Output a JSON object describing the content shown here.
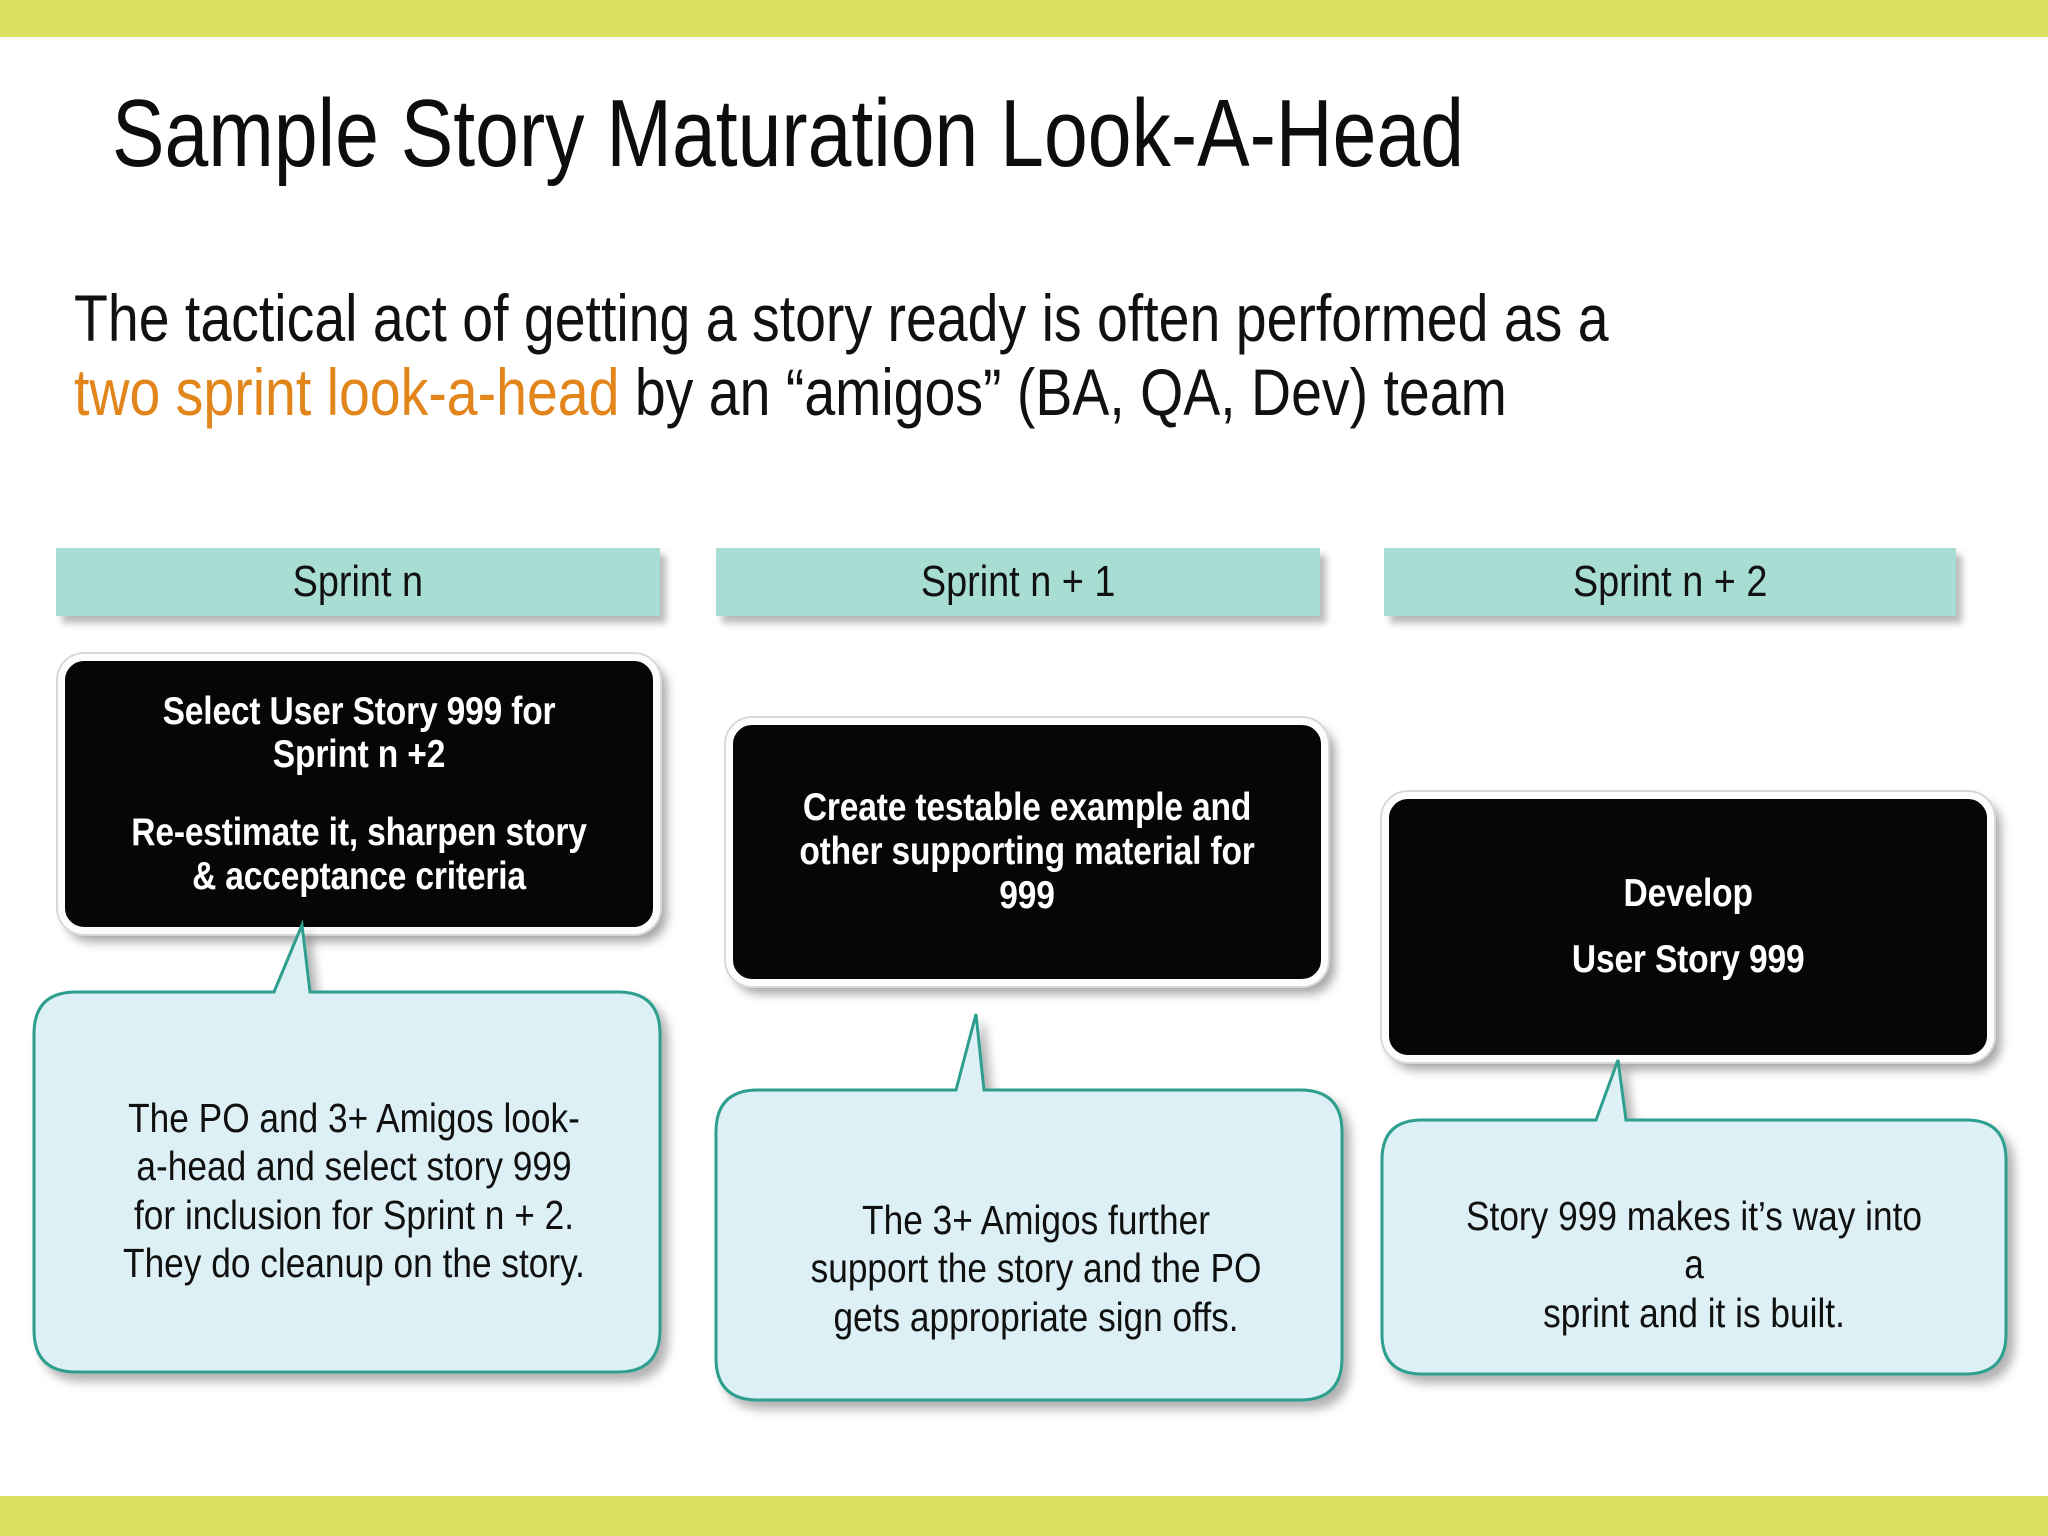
{
  "slide": {
    "title": "Sample Story Maturation Look-A-Head",
    "subtitle": {
      "line1": "The tactical act of getting a story ready is often performed as a",
      "line2_accent": "two sprint look-a-head",
      "line2_rest": " by an “amigos” (BA, QA, Dev) team"
    },
    "accent_color": "#e2861c",
    "bar_color": "#dde05e",
    "header_color": "#a8ddd3",
    "bubble_fill": "#dcf0f5",
    "bubble_border": "#2f9f8f"
  },
  "columns": [
    {
      "header": "Sprint n",
      "task": {
        "line1": "Select User Story 999 for Sprint n +2",
        "line2": "Re-estimate it,  sharpen story & acceptance criteria"
      },
      "note": {
        "l1": "The PO and 3+ Amigos look-",
        "l2": "a-head and select story 999",
        "l3": "for inclusion for Sprint n + 2.",
        "l4": "They do cleanup on the story."
      }
    },
    {
      "header": "Sprint n + 1",
      "task": {
        "line1": "Create testable example and other supporting material for 999",
        "line2": ""
      },
      "note": {
        "l1": "The 3+ Amigos further",
        "l2": "support the story and the PO",
        "l3": "gets appropriate sign offs.",
        "l4": ""
      }
    },
    {
      "header": "Sprint n + 2",
      "task": {
        "line1": "Develop",
        "line2": "User Story 999"
      },
      "note": {
        "l1": "Story 999 makes it’s way into a",
        "l2": "sprint and it is built.",
        "l3": "",
        "l4": ""
      }
    }
  ]
}
